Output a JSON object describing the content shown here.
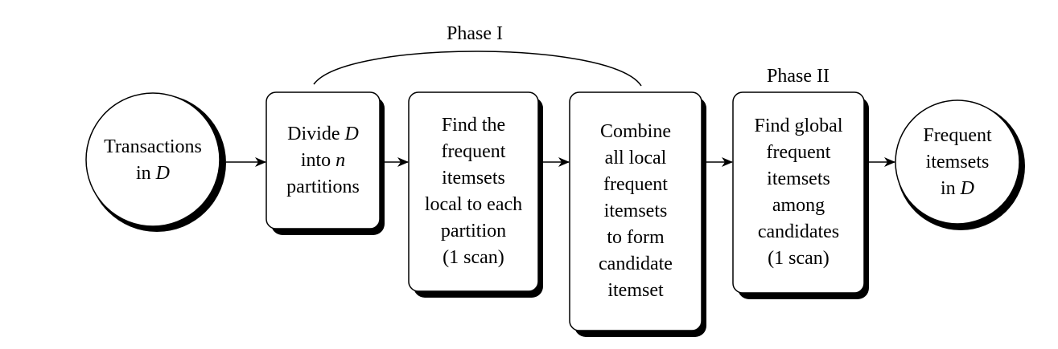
{
  "phases": {
    "phase1": "Phase I",
    "phase2": "Phase II"
  },
  "nodes": {
    "transactions": {
      "l1": "Transactions",
      "l2a": "in ",
      "l2b": "D"
    },
    "divide": {
      "l1a": "Divide ",
      "l1b": "D",
      "l2a": "into ",
      "l2b": "n",
      "l3": "partitions"
    },
    "find_local": {
      "l1": "Find the",
      "l2": "frequent",
      "l3": "itemsets",
      "l4": "local to each",
      "l5": "partition",
      "l6": "(1 scan)"
    },
    "combine": {
      "l1": "Combine",
      "l2": "all local",
      "l3": "frequent",
      "l4": "itemsets",
      "l5": "to form",
      "l6": "candidate",
      "l7": "itemset"
    },
    "find_global": {
      "l1": "Find global",
      "l2": "frequent",
      "l3": "itemsets",
      "l4": "among",
      "l5": "candidates",
      "l6": "(1 scan)"
    },
    "frequent": {
      "l1": "Frequent",
      "l2": "itemsets",
      "l3a": "in ",
      "l3b": "D"
    }
  }
}
